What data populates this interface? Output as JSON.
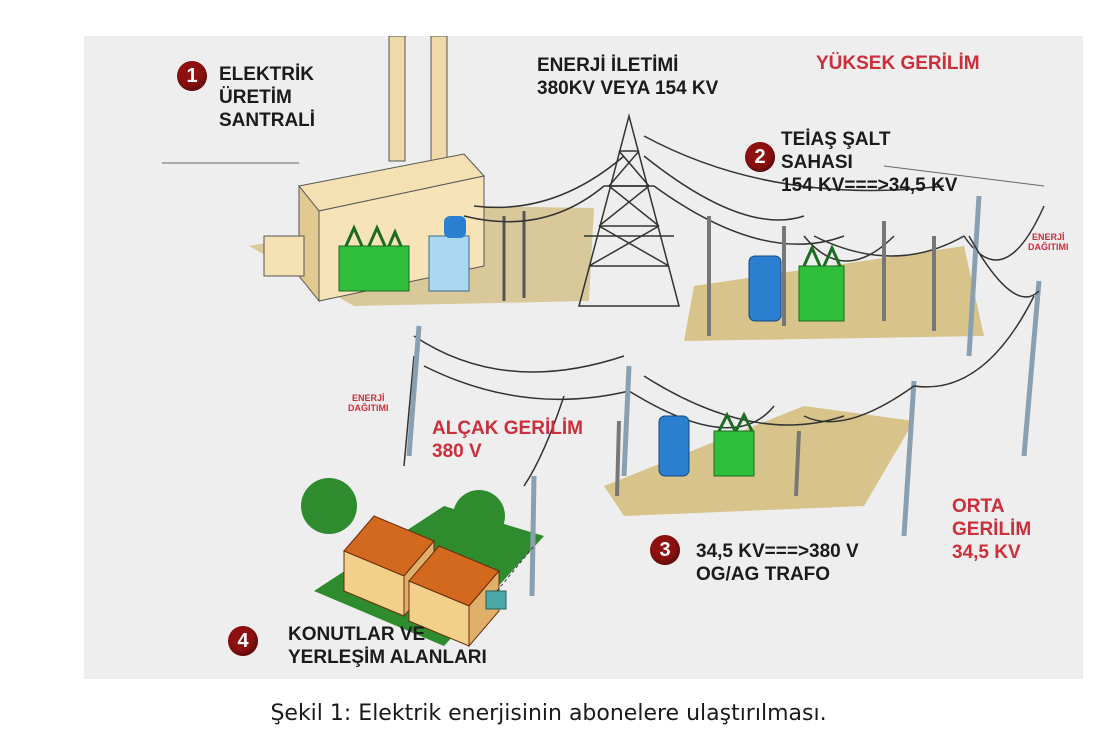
{
  "figure": {
    "labels": {
      "plant": [
        "ELEKTRİK",
        "ÜRETİM",
        "SANTRALİ"
      ],
      "transmission": [
        "ENERJİ İLETİMİ",
        "380KV VEYA 154 KV"
      ],
      "high_voltage": "YÜKSEK GERİLİM",
      "substation": [
        "TEİAŞ ŞALT",
        "SAHASI",
        "154 KV===>34,5 KV"
      ],
      "distribution_right": [
        "ENERJİ",
        "DAĞITIMI"
      ],
      "distribution_left": [
        "ENERJİ",
        "DAĞITIMI"
      ],
      "low_voltage": [
        "ALÇAK GERİLİM",
        "380 V"
      ],
      "transformer": [
        "34,5 KV===>380 V",
        "OG/AG TRAFO"
      ],
      "medium_voltage": [
        "ORTA",
        "GERİLİM",
        "34,5 KV"
      ],
      "homes": [
        "KONUTLAR VE",
        "YERLEŞİM ALANLARI"
      ]
    },
    "badges": [
      "1",
      "2",
      "3",
      "4"
    ],
    "colors": {
      "badge": "#8e1010",
      "red_text": "#cc2e3a",
      "transformer_green": "#2fbf3a",
      "transformer_blue": "#2a7fd0",
      "pad": "#d8c48a"
    }
  },
  "caption": "Şekil 1: Elektrik enerjisinin abonelere ulaştırılması."
}
